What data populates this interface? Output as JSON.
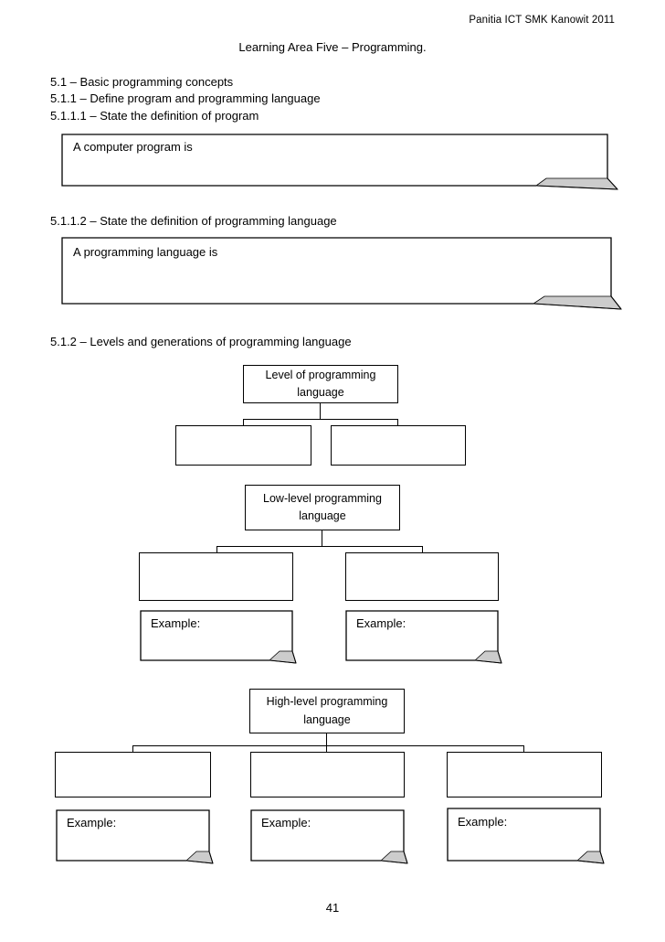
{
  "header": {
    "right_text": "Panitia ICT SMK Kanowit 2011"
  },
  "document": {
    "title": "Learning Area Five – Programming.",
    "page_number": "41"
  },
  "headings": {
    "h_5_1": "5.1 – Basic programming concepts",
    "h_5_1_1": "5.1.1 – Define program and programming language",
    "h_5_1_1_1": "5.1.1.1 – State the definition of program",
    "h_5_1_1_2": "5.1.1.2 – State the definition of programming language",
    "h_5_1_2": "5.1.2 – Levels and generations of programming language"
  },
  "answer_boxes": [
    {
      "label": "A computer program is"
    },
    {
      "label": "A programming language is"
    }
  ],
  "diagram": {
    "groups": [
      {
        "name": "level-of-programming-language",
        "parent": "Level of programming language",
        "children": [
          "",
          ""
        ]
      },
      {
        "name": "low-level-programming-language",
        "parent": "Low-level programming language",
        "children": [
          "",
          ""
        ],
        "examples": [
          "Example:",
          "Example:"
        ]
      },
      {
        "name": "high-level-programming-language",
        "parent": "High-level programming language",
        "children": [
          "",
          "",
          ""
        ],
        "examples": [
          "Example:",
          "Example:",
          "Example:"
        ]
      }
    ]
  },
  "colors": {
    "ink": "#000000",
    "paper": "#ffffff",
    "fold_shadow": "#b3b3b3"
  }
}
